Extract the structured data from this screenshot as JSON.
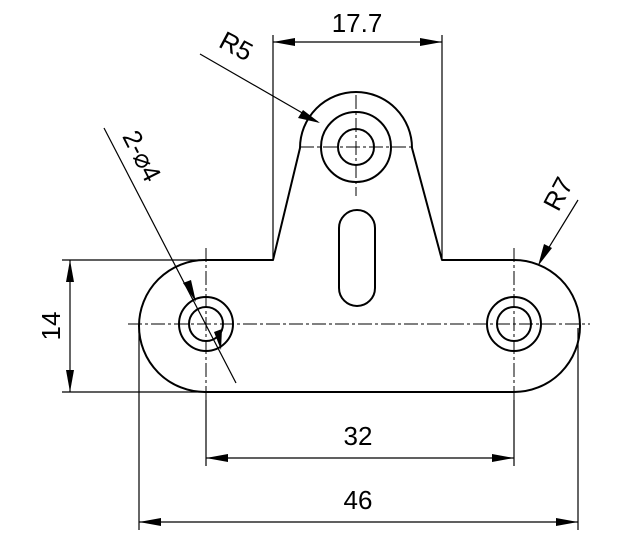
{
  "labels": {
    "radius_boss": "R5",
    "slot_width": "17.7",
    "holes": "2-⌀4",
    "radius_end": "R7",
    "height": "14",
    "hole_spacing": "32",
    "overall_width": "46"
  },
  "colors": {
    "line": "#000000",
    "background": "#ffffff"
  }
}
